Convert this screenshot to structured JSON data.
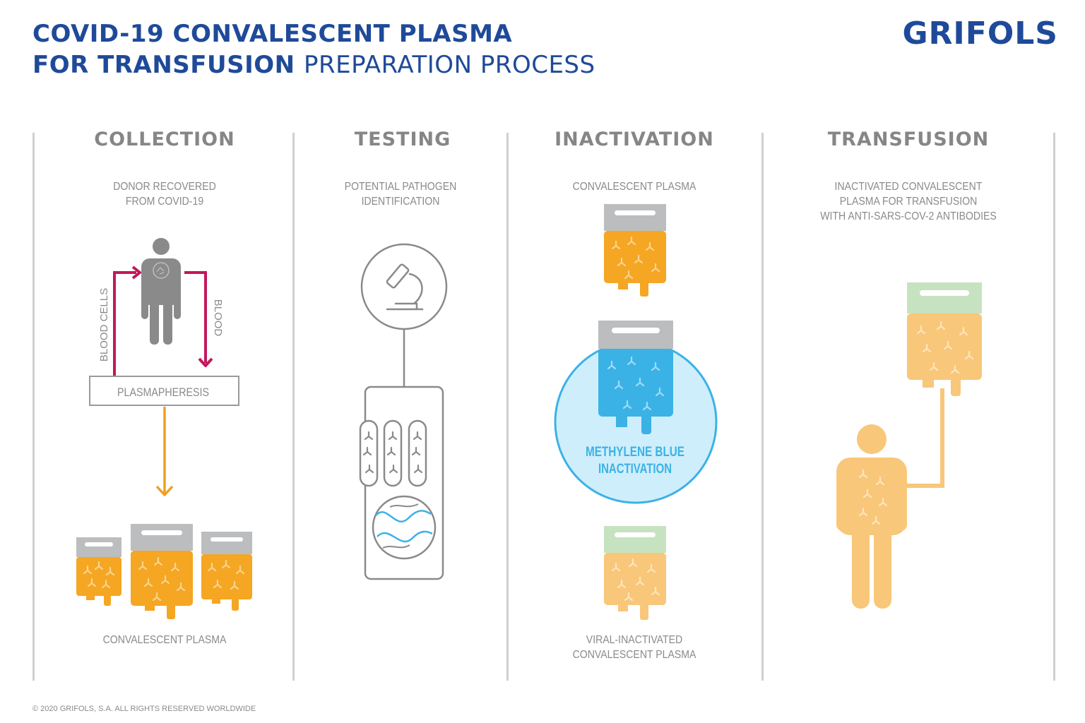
{
  "header": {
    "title_line1": "COVID-19 CONVALESCENT PLASMA",
    "title_line2_bold": "FOR TRANSFUSION",
    "title_line2_light": "PREPARATION PROCESS",
    "logo": "GRIFOLS"
  },
  "columns": {
    "collection": {
      "heading": "COLLECTION",
      "caption_line1": "DONOR RECOVERED",
      "caption_line2": "FROM COVID-19",
      "label_blood_cells": "BLOOD CELLS",
      "label_blood": "BLOOD",
      "process_box": "PLASMAPHERESIS",
      "bottom_caption": "CONVALESCENT PLASMA"
    },
    "testing": {
      "heading": "TESTING",
      "caption_line1": "POTENTIAL PATHOGEN",
      "caption_line2": "IDENTIFICATION"
    },
    "inactivation": {
      "heading": "INACTIVATION",
      "caption": "CONVALESCENT PLASMA",
      "circle_line1": "METHYLENE  BLUE",
      "circle_line2": "INACTIVATION",
      "bottom_line1": "VIRAL-INACTIVATED",
      "bottom_line2": "CONVALESCENT PLASMA"
    },
    "transfusion": {
      "heading": "TRANSFUSION",
      "caption_line1": "INACTIVATED CONVALESCENT",
      "caption_line2": "PLASMA FOR TRANSFUSION",
      "caption_line3": "WITH ANTI-SARS-COV-2 ANTIBODIES"
    }
  },
  "footer": {
    "copyright": "© 2020 GRIFOLS, S.A. ALL RIGHTS RESERVED WORLDWIDE"
  },
  "colors": {
    "brand_blue": "#1f4a99",
    "plasma_orange": "#f5a623",
    "plasma_light": "#f8c77a",
    "arrow_red": "#c2185b",
    "arrow_orange": "#f0a020",
    "methylene_blue": "#3bb2e6",
    "circle_fill": "#cfeefb",
    "tag_grey": "#bcbdbf",
    "tag_green": "#c6e2c0",
    "figure_grey": "#8a8a8a",
    "figure_orange": "#f8c77a"
  }
}
